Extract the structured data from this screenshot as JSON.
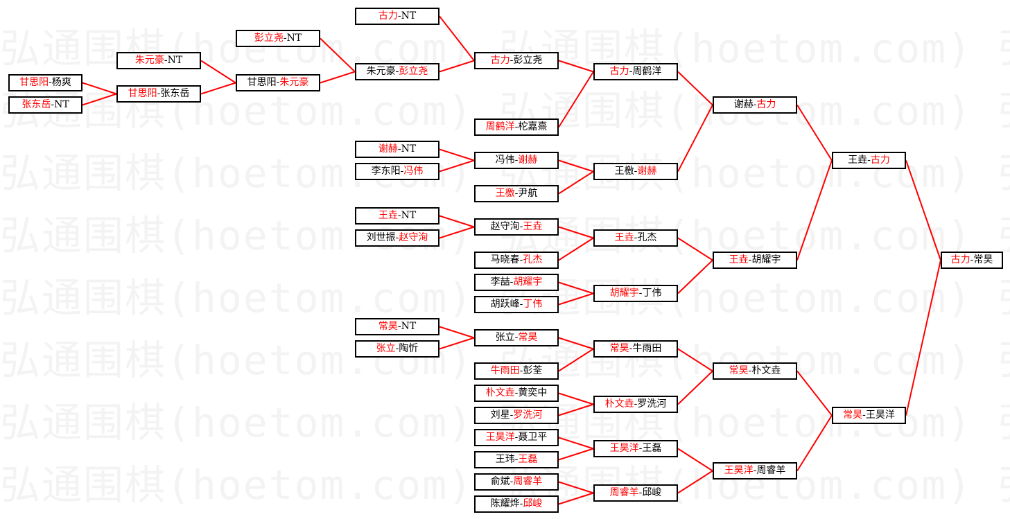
{
  "watermark": "弘通围棋(hoetom.com) 弘通围棋(hoetom.com) 弘通",
  "colors": {
    "winner": "#ff0000",
    "loser": "#000000",
    "line": "#ff0000",
    "border": "#000000"
  },
  "nodes": {
    "n01": {
      "a": "甘思阳",
      "b": "杨爽",
      "win": "a"
    },
    "n02": {
      "a": "张东岳",
      "b": "NT",
      "win": "a"
    },
    "n03": {
      "a": "朱元豪",
      "b": "NT",
      "win": "a"
    },
    "n04": {
      "a": "甘思阳",
      "b": "张东岳",
      "win": "a"
    },
    "n05": {
      "a": "彭立尧",
      "b": "NT",
      "win": "a"
    },
    "n06": {
      "a": "甘思阳",
      "b": "朱元豪",
      "win": "b"
    },
    "n07": {
      "a": "古力",
      "b": "NT",
      "win": "a"
    },
    "n08": {
      "a": "朱元豪",
      "b": "彭立尧",
      "win": "b"
    },
    "n09": {
      "a": "谢赫",
      "b": "NT",
      "win": "a"
    },
    "n10": {
      "a": "李东阳",
      "b": "冯伟",
      "win": "b"
    },
    "n11": {
      "a": "王垚",
      "b": "NT",
      "win": "a"
    },
    "n12": {
      "a": "刘世振",
      "b": "赵守洵",
      "win": "b"
    },
    "n13": {
      "a": "常昊",
      "b": "NT",
      "win": "a"
    },
    "n14": {
      "a": "张立",
      "b": "陶忻",
      "win": "a"
    },
    "n15": {
      "a": "古力",
      "b": "彭立尧",
      "win": "a"
    },
    "n16": {
      "a": "周鹤洋",
      "b": "柁嘉熹",
      "win": "a"
    },
    "n17": {
      "a": "冯伟",
      "b": "谢赫",
      "win": "b"
    },
    "n18": {
      "a": "王檄",
      "b": "尹航",
      "win": "a"
    },
    "n19": {
      "a": "赵守洵",
      "b": "王垚",
      "win": "b"
    },
    "n20": {
      "a": "马晓春",
      "b": "孔杰",
      "win": "b"
    },
    "n21": {
      "a": "李喆",
      "b": "胡耀宇",
      "win": "b"
    },
    "n22": {
      "a": "胡跃峰",
      "b": "丁伟",
      "win": "b"
    },
    "n23": {
      "a": "张立",
      "b": "常昊",
      "win": "b"
    },
    "n24": {
      "a": "牛雨田",
      "b": "彭荃",
      "win": "a"
    },
    "n25": {
      "a": "朴文垚",
      "b": "黄奕中",
      "win": "a"
    },
    "n26": {
      "a": "刘星",
      "b": "罗洗河",
      "win": "b"
    },
    "n27": {
      "a": "王昊洋",
      "b": "聂卫平",
      "win": "a"
    },
    "n28": {
      "a": "王玮",
      "b": "王磊",
      "win": "b"
    },
    "n29": {
      "a": "俞斌",
      "b": "周睿羊",
      "win": "b"
    },
    "n30": {
      "a": "陈耀烨",
      "b": "邱峻",
      "win": "b"
    },
    "n31": {
      "a": "古力",
      "b": "周鹤洋",
      "win": "a"
    },
    "n32": {
      "a": "王檄",
      "b": "谢赫",
      "win": "b"
    },
    "n33": {
      "a": "王垚",
      "b": "孔杰",
      "win": "a"
    },
    "n34": {
      "a": "胡耀宇",
      "b": "丁伟",
      "win": "a"
    },
    "n35": {
      "a": "常昊",
      "b": "牛雨田",
      "win": "a"
    },
    "n36": {
      "a": "朴文垚",
      "b": "罗洗河",
      "win": "a"
    },
    "n37": {
      "a": "王昊洋",
      "b": "王磊",
      "win": "a"
    },
    "n38": {
      "a": "周睿羊",
      "b": "邱峻",
      "win": "a"
    },
    "n39": {
      "a": "谢赫",
      "b": "古力",
      "win": "b"
    },
    "n40": {
      "a": "王垚",
      "b": "胡耀宇",
      "win": "a"
    },
    "n41": {
      "a": "常昊",
      "b": "朴文垚",
      "win": "a"
    },
    "n42": {
      "a": "王昊洋",
      "b": "周睿羊",
      "win": "a"
    },
    "n43": {
      "a": "王垚",
      "b": "古力",
      "win": "b"
    },
    "n44": {
      "a": "常昊",
      "b": "王昊洋",
      "win": "a"
    },
    "n45": {
      "a": "古力",
      "b": "常昊",
      "win": "a"
    }
  }
}
